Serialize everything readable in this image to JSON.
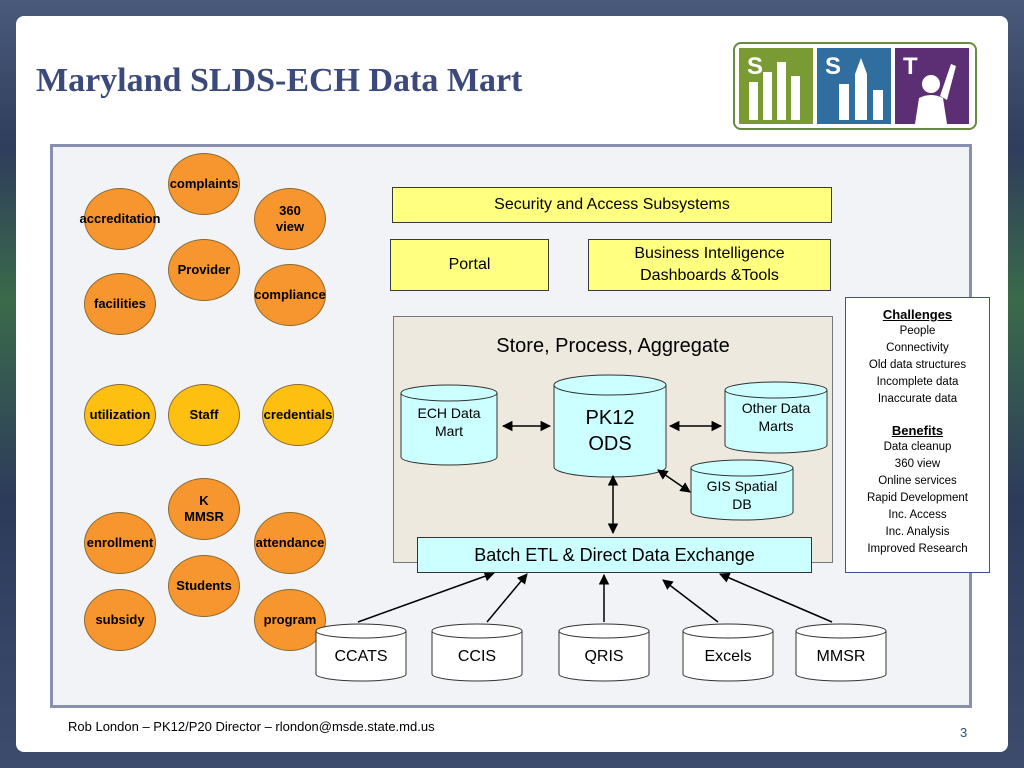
{
  "title": "Maryland SLDS-ECH Data Mart",
  "logo": {
    "letters": [
      "S",
      "S",
      "T"
    ],
    "colors": [
      "#7a9a34",
      "#2f6e9e",
      "#5c2f74"
    ]
  },
  "bubbles": {
    "complaints": "complaints",
    "accreditation": "accreditation",
    "view360": "360 view",
    "provider": "Provider",
    "facilities": "facilities",
    "compliance": "compliance",
    "utilization": "utilization",
    "staff": "Staff",
    "credentials": "credentials",
    "kmmsr": "K MMSR",
    "enrollment": "enrollment",
    "attendance": "attendance",
    "students": "Students",
    "subsidy": "subsidy",
    "program": "program"
  },
  "security": "Security and Access Subsystems",
  "portal": "Portal",
  "bi": "Business Intelligence Dashboards &Tools",
  "store_title": "Store, Process, Aggregate",
  "ech_mart": "ECH Data Mart",
  "pk12": "PK12 ODS",
  "other_marts": "Other Data Marts",
  "gis": "GIS Spatial DB",
  "etl": "Batch ETL & Direct Data Exchange",
  "sources": [
    "CCATS",
    "CCIS",
    "QRIS",
    "Excels",
    "MMSR"
  ],
  "challenges": {
    "heading": "Challenges",
    "items": [
      "People",
      "Connectivity",
      "Old data structures",
      "Incomplete data",
      "Inaccurate data"
    ]
  },
  "benefits": {
    "heading": "Benefits",
    "items": [
      "Data cleanup",
      "360 view",
      "Online services",
      "Rapid Development",
      "Inc. Access",
      "Inc. Analysis",
      "Improved Research"
    ]
  },
  "footer": "Rob London – PK12/P20 Director – rlondon@msde.state.md.us",
  "page_number": "3"
}
